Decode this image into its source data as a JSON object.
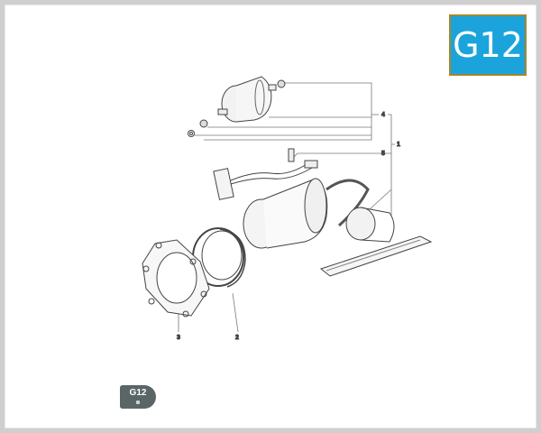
{
  "badge": {
    "label": "G12",
    "bg_color": "#1ba4dc",
    "border_color": "#a8862a"
  },
  "tag": {
    "label": "G12"
  },
  "diagram": {
    "callouts": [
      {
        "id": "1",
        "label": "1"
      },
      {
        "id": "2",
        "label": "2"
      },
      {
        "id": "3",
        "label": "3"
      },
      {
        "id": "4",
        "label": "4"
      },
      {
        "id": "5",
        "label": "5"
      }
    ]
  }
}
